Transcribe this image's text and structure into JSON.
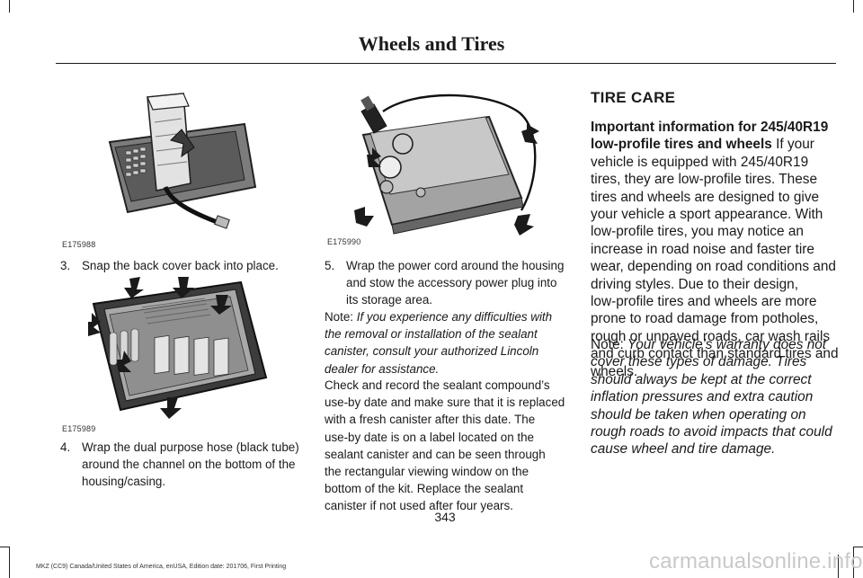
{
  "header": {
    "title": "Wheels and Tires"
  },
  "figures": {
    "fig1_code": "E175988",
    "fig2_code": "E175989",
    "fig3_code": "E175990"
  },
  "left_column": {
    "step3": {
      "num": "3.",
      "lines": [
        "Snap the back cover back into place."
      ]
    },
    "step4": {
      "num": "4.",
      "lines": [
        "Wrap the dual purpose hose (black tube)",
        "around the channel on the bottom of the",
        "housing/casing."
      ]
    }
  },
  "middle_column": {
    "step5": {
      "num": "5.",
      "lines": [
        "Wrap the power cord around the housing",
        "and stow the accessory power plug into",
        "its storage area."
      ]
    },
    "note1": {
      "label": "Note:",
      "lines": [
        "If you experience any difficulties with",
        "the removal or installation of the sealant",
        "canister, consult your authorized Lincoln",
        "dealer for assistance."
      ]
    },
    "paragraph": {
      "lines": [
        "Check and record the sealant compound’s",
        "use-by date and make sure that it is replaced",
        "with a fresh canister after this date. The",
        "use-by date is on a label located on the",
        "sealant canister and can be seen through",
        "the rectangular viewing window on the",
        "bottom of the kit. Replace the sealant",
        "canister if not used after four years."
      ]
    }
  },
  "right_column": {
    "heading": "TIRE CARE",
    "intro_bold_lines": [
      "Important information for 245/40R19",
      "low-profile tires and wheels"
    ],
    "intro_lines": [
      " If your",
      "vehicle is equipped with 245/40R19",
      "tires, they are low-profile tires. These",
      "tires and wheels are designed to give",
      "your vehicle a sport appearance. With",
      "low-profile tires, you may notice an",
      "increase in road noise and faster tire",
      "wear, depending on road conditions and",
      "driving styles. Due to their design,",
      "low-profile tires and wheels are more",
      "prone to road damage from potholes,",
      "rough or unpaved roads, car wash rails",
      "and curb contact than standard tires and",
      "wheels."
    ],
    "note2": {
      "label": "Note:",
      "lines": [
        " Your vehicle’s warranty does not",
        "cover these types of damage. Tires",
        "should always be kept at the correct",
        "inflation pressures and extra caution",
        "should be taken when operating on",
        "rough roads to avoid impacts that could",
        "cause wheel and tire damage."
      ]
    }
  },
  "page_number": "343",
  "footer": "MKZ (CC9) Canada/United States of America, enUSA, Edition date: 201706, First Printing",
  "watermark": "carmanualsonline.info"
}
